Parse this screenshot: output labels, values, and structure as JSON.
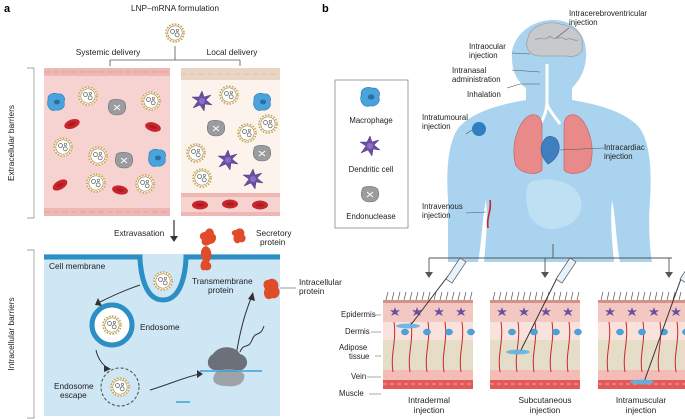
{
  "panel_a": {
    "letter": "a",
    "title": "LNP–mRNA formulation",
    "systemic": "Systemic delivery",
    "local": "Local delivery",
    "extracellular": "Extracellular barriers",
    "intracellular": "Intracellular barriers",
    "extravasation": "Extravasation",
    "secretory": [
      "Secretory",
      "protein"
    ],
    "cell_membrane": "Cell membrane",
    "transmembrane": [
      "Transmembrane",
      "protein"
    ],
    "intracellular_protein": [
      "Intracellular",
      "protein"
    ],
    "endosome": "Endosome",
    "endosome_escape": [
      "Endosome",
      "escape"
    ]
  },
  "panel_b": {
    "letter": "b",
    "legend": {
      "macrophage": "Macrophage",
      "dendritic": "Dendritic cell",
      "endonuclease": "Endonuclease"
    },
    "routes": {
      "icv": [
        "Intracerebroventricular",
        "injection"
      ],
      "ocular": [
        "Intraocular",
        "injection"
      ],
      "nasal": [
        "Intranasal",
        "administration"
      ],
      "inhalation": "Inhalation",
      "tumoural": [
        "Intratumoural",
        "injection"
      ],
      "cardiac": [
        "Intracardiac",
        "injection"
      ],
      "iv": [
        "Intravenous",
        "injection"
      ]
    },
    "skin": {
      "epidermis": "Epidermis",
      "dermis": "Dermis",
      "adipose": [
        "Adipose",
        "tissue"
      ],
      "vein": "Vein",
      "muscle": "Muscle",
      "intradermal": [
        "Intradermal",
        "injection"
      ],
      "subcutaneous": [
        "Subcutaneous",
        "injection"
      ],
      "intramuscular": [
        "Intramuscular",
        "injection"
      ]
    }
  },
  "colors": {
    "blood": "#f6d3d0",
    "rbc": "#c8262c",
    "cell_blue": "#cfe6f4",
    "membrane": "#2b8fc4",
    "body": "#a9d3ee",
    "macrophage": "#4aa3dc",
    "dendritic": "#6a4fa0",
    "endonuclease": "#9a9ca0"
  }
}
